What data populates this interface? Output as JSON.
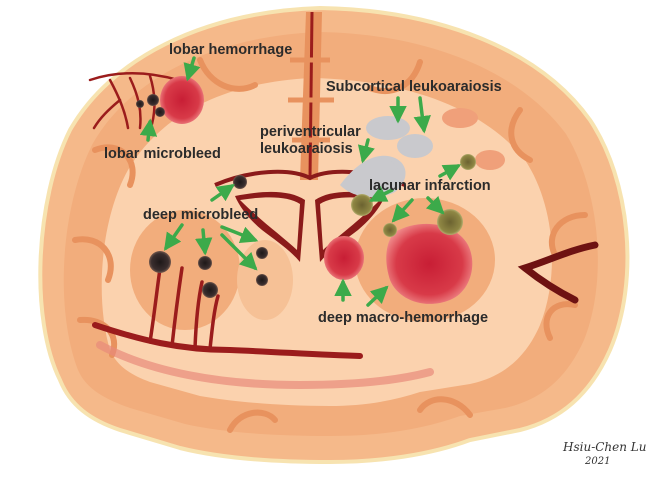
{
  "labels": {
    "lobar_hemorrhage": "lobar hemorrhage",
    "lobar_microbleed": "lobar microbleed",
    "subcortical_leukoaraiosis": "Subcortical leukoaraiosis",
    "periventricular_line1": "periventricular",
    "periventricular_line2": "leukoaraiosis",
    "lacunar_infarction": "lacunar infarction",
    "deep_microbleed": "deep microbleed",
    "deep_macro_hemorrhage": "deep macro-hemorrhage"
  },
  "signature": {
    "name": "Hsiu-Chen Lu",
    "year": "2021"
  },
  "colors": {
    "brain_outer": "#f5b98a",
    "brain_cortex": "#f0a776",
    "white_matter": "#fbd1ac",
    "sulcus": "#e8925e",
    "vessel": "#9b1c1c",
    "hemorrhage": "#d0283a",
    "leukoaraiosis": "#c9c9cd",
    "lacune_fill": "#8a7f3a",
    "microbleed": "#2d2424",
    "arrow": "#3caa4a",
    "label_text": "#2b2b2b"
  }
}
